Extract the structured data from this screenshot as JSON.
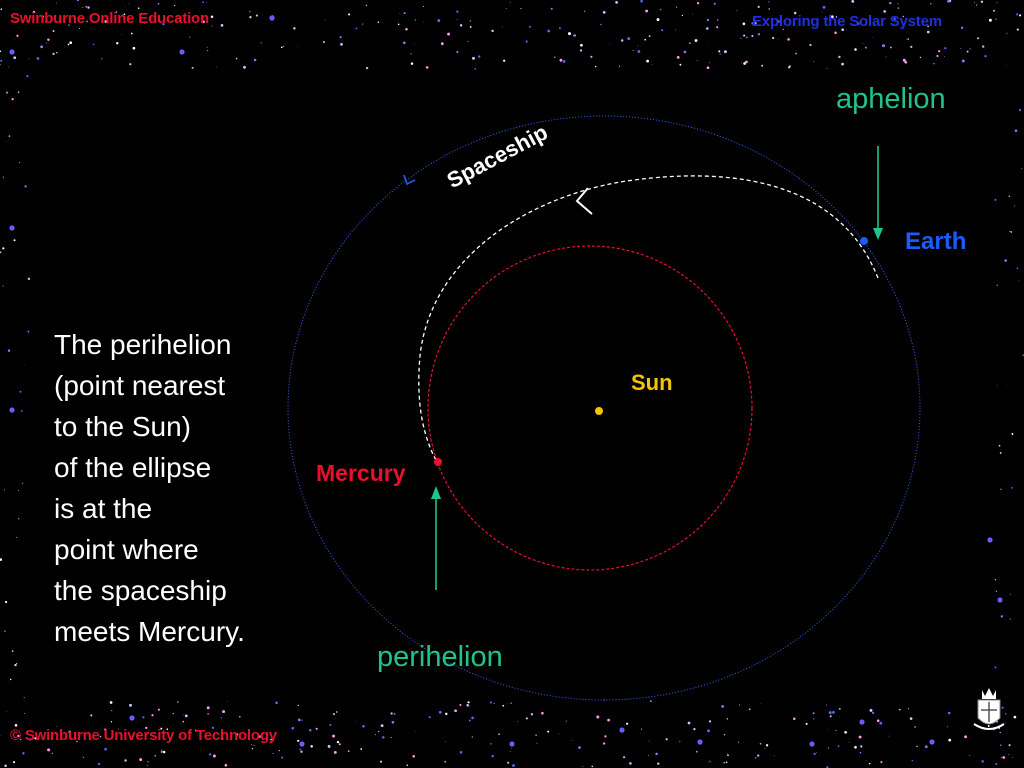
{
  "header": {
    "left_title": "Swinburne Online Education",
    "right_title": "Exploring the Solar System"
  },
  "footer": {
    "copyright": "©  Swinburne University of Technology"
  },
  "diagram": {
    "labels": {
      "aphelion": "aphelion",
      "perihelion": "perihelion",
      "earth": "Earth",
      "sun": "Sun",
      "mercury": "Mercury",
      "spaceship": "Spaceship"
    },
    "description_lines": [
      "The perihelion",
      "(point nearest",
      "to the Sun)",
      "of the ellipse",
      "is at the",
      "point where",
      "the spaceship",
      "meets Mercury."
    ]
  },
  "colors": {
    "header_text": "#e8102b",
    "header_right_text": "#2030e0",
    "aphelion_label": "#1ec48a",
    "perihelion_label": "#1ec48a",
    "arrow": "#1ec48a",
    "earth": "#1a5cff",
    "earth_orbit": "#2a56d6",
    "sun": "#f5c400",
    "mercury": "#e8102b",
    "mercury_orbit": "#e8102b",
    "spaceship_path": "#ffffff",
    "description_text": "#ffffff"
  },
  "icons": {
    "logo": "university-crest-icon",
    "spaceship": "spaceship-marker-icon"
  }
}
